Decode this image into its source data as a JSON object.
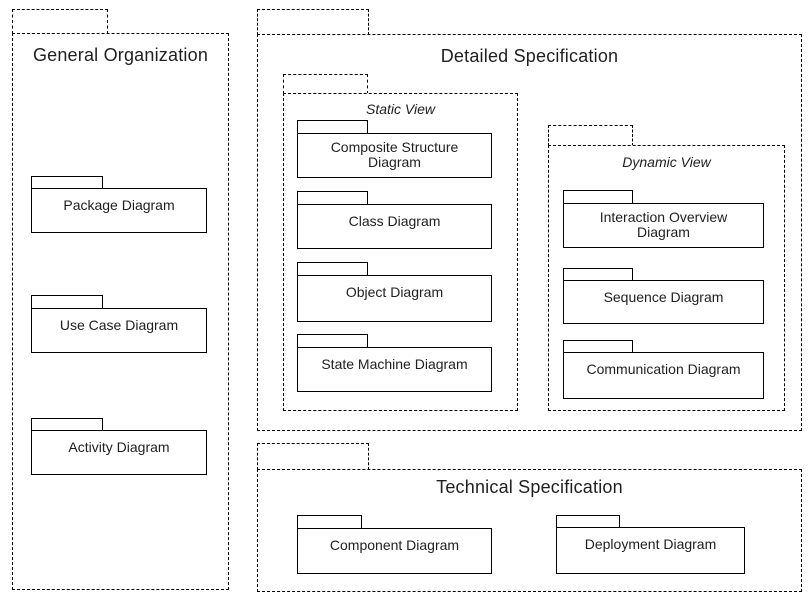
{
  "packages": {
    "general_organization": {
      "label": "General Organization",
      "children": [
        {
          "label": "Package Diagram"
        },
        {
          "label": "Use Case Diagram"
        },
        {
          "label": "Activity Diagram"
        }
      ]
    },
    "detailed_specification": {
      "label": "Detailed Specification",
      "static_view": {
        "label": "Static View",
        "children": [
          {
            "label": "Composite Structure\nDiagram"
          },
          {
            "label": "Class Diagram"
          },
          {
            "label": "Object Diagram"
          },
          {
            "label": "State Machine Diagram"
          }
        ]
      },
      "dynamic_view": {
        "label": "Dynamic View",
        "children": [
          {
            "label": "Interaction Overview\nDiagram"
          },
          {
            "label": "Sequence Diagram"
          },
          {
            "label": "Communication Diagram"
          }
        ]
      }
    },
    "technical_specification": {
      "label": "Technical Specification",
      "children": [
        {
          "label": "Component Diagram"
        },
        {
          "label": "Deployment Diagram"
        }
      ]
    }
  },
  "colors": {
    "background": "#ffffff",
    "border": "#000000",
    "text": "#1f1f1f"
  }
}
